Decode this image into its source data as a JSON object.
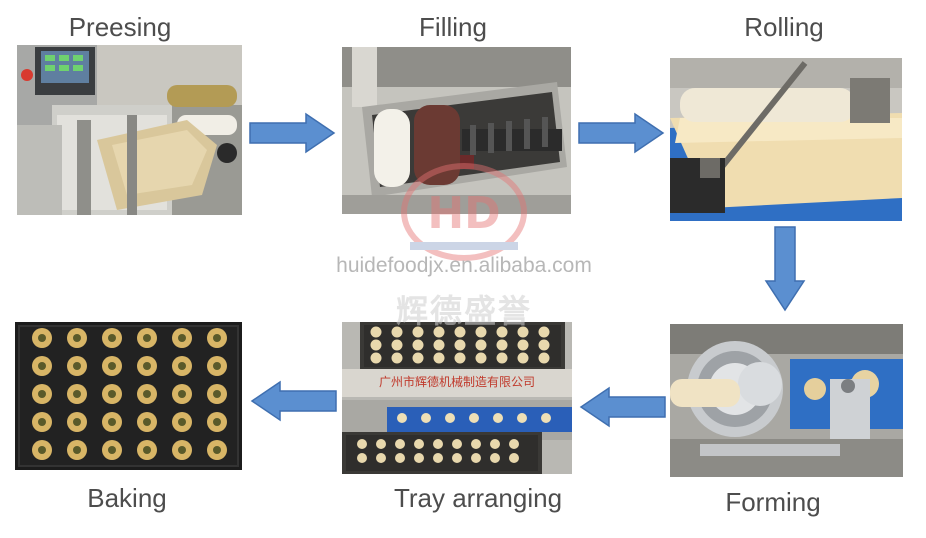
{
  "steps": {
    "pressing": "Preesing",
    "filling": "Filling",
    "rolling": "Rolling",
    "forming": "Forming",
    "tray": "Tray arranging",
    "baking": "Baking"
  },
  "watermark": {
    "url": "huidefoodjx.en.alibaba.com",
    "logo_text": "HD",
    "company_cn": "辉德盛誉",
    "banner_cn": "广州市辉德机械制造有限公司"
  },
  "colors": {
    "arrow_fill": "#5b8fd0",
    "arrow_stroke": "#3f6fb0",
    "label": "#4d4d4d",
    "watermark": "#b7b7b7",
    "conveyor_blue": "#2f6fc4"
  }
}
